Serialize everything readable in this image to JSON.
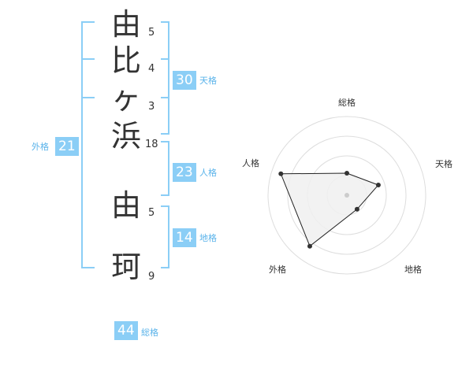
{
  "name_chars": [
    {
      "char": "由",
      "strokes": "5"
    },
    {
      "char": "比",
      "strokes": "4"
    },
    {
      "char": "ヶ",
      "strokes": "3"
    },
    {
      "char": "浜",
      "strokes": "18"
    },
    {
      "char": "由",
      "strokes": "5"
    },
    {
      "char": "珂",
      "strokes": "9"
    }
  ],
  "kaku": {
    "tenkaku": {
      "value": "30",
      "label": "天格"
    },
    "jinkaku": {
      "value": "23",
      "label": "人格"
    },
    "chikaku": {
      "value": "14",
      "label": "地格"
    },
    "gaikaku": {
      "value": "21",
      "label": "外格"
    },
    "soukaku": {
      "value": "44",
      "label": "総格"
    }
  },
  "radar": {
    "axes": [
      "総格",
      "天格",
      "地格",
      "外格",
      "人格"
    ],
    "levels": 4,
    "values": [
      1.4,
      2.1,
      1.1,
      4.0,
      4.4
    ],
    "max": 5
  },
  "colors": {
    "accent": "#8bcef6",
    "label": "#5ab3ea",
    "bracket": "#8bcef6",
    "polygon_fill": "#f0f0f0"
  }
}
